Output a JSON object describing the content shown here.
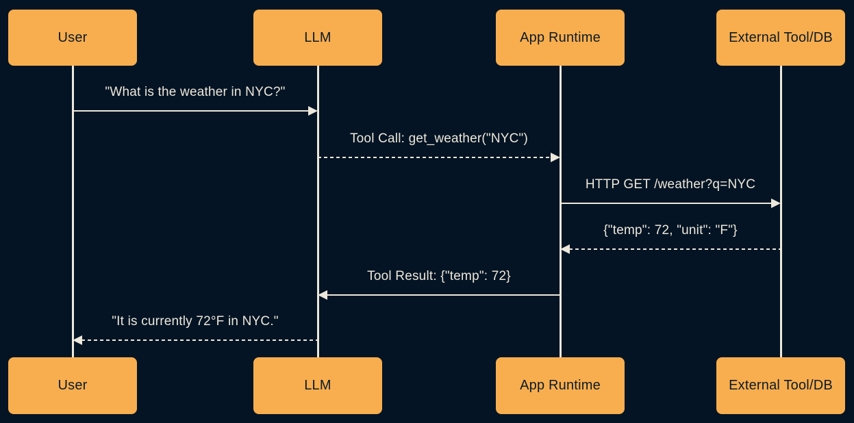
{
  "diagram": {
    "type": "sequence-diagram",
    "colors": {
      "background": "#041424",
      "actor_fill": "#f8ae4e",
      "actor_text": "#0c1a28",
      "line": "#ede8db",
      "message_text": "#ede8db"
    },
    "actors": [
      {
        "id": "user",
        "label": "User"
      },
      {
        "id": "llm",
        "label": "LLM"
      },
      {
        "id": "app-runtime",
        "label": "App Runtime"
      },
      {
        "id": "external-tool-db",
        "label": "External Tool/DB"
      }
    ],
    "messages": [
      {
        "from": "user",
        "to": "llm",
        "style": "solid",
        "label": "\"What is the weather in NYC?\""
      },
      {
        "from": "llm",
        "to": "app-runtime",
        "style": "dashed",
        "label": "Tool Call: get_weather(\"NYC\")"
      },
      {
        "from": "app-runtime",
        "to": "external-tool-db",
        "style": "solid",
        "label": "HTTP GET /weather?q=NYC"
      },
      {
        "from": "external-tool-db",
        "to": "app-runtime",
        "style": "dashed",
        "label": "{\"temp\": 72, \"unit\": \"F\"}"
      },
      {
        "from": "app-runtime",
        "to": "llm",
        "style": "solid",
        "label": "Tool Result: {\"temp\": 72}"
      },
      {
        "from": "llm",
        "to": "user",
        "style": "dashed",
        "label": "\"It is currently 72°F in NYC.\""
      }
    ]
  }
}
